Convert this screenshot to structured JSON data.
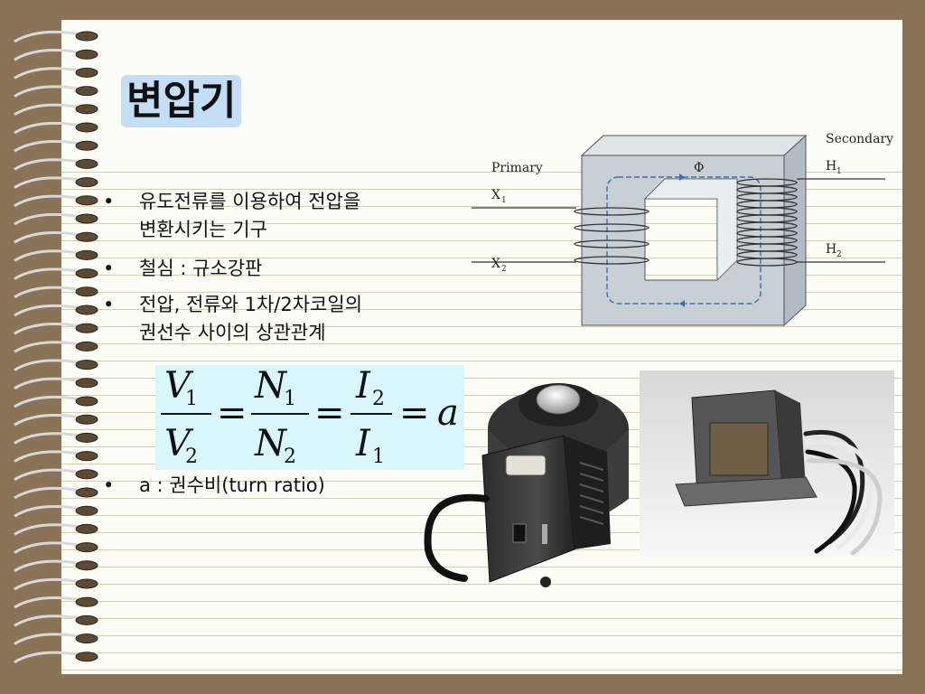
{
  "slide": {
    "title": "변압기",
    "bullets": [
      {
        "marker": "•",
        "lines": [
          "유도전류를 이용하여 전압을",
          "변환시키는 기구"
        ]
      },
      {
        "marker": "•",
        "lines": [
          "철심 : 규소강판"
        ]
      },
      {
        "marker": "•",
        "lines": [
          "전압, 전류와 1차/2차코일의",
          "권선수 사이의 상관관계"
        ]
      },
      {
        "marker": "•",
        "lines": [
          "a : 권수비(turn ratio)"
        ]
      }
    ]
  },
  "formula": {
    "V": "V",
    "N": "N",
    "I": "I",
    "sub1": "1",
    "sub2": "2",
    "equals": "=",
    "ratio_symbol": "a"
  },
  "diagram": {
    "primary_label": "Primary",
    "secondary_label": "Secondary",
    "flux_symbol": "Φ",
    "x1": "X",
    "x1_sub": "1",
    "x2": "X",
    "x2_sub": "2",
    "h1": "H",
    "h1_sub": "1",
    "h2": "H",
    "h2_sub": "2"
  },
  "colors": {
    "title_highlight": "#c4dff5",
    "formula_bg": "#d9f7fb",
    "core": "#c8d0d6",
    "flux_path": "#3a6fb0",
    "frame": "#8a7356"
  }
}
